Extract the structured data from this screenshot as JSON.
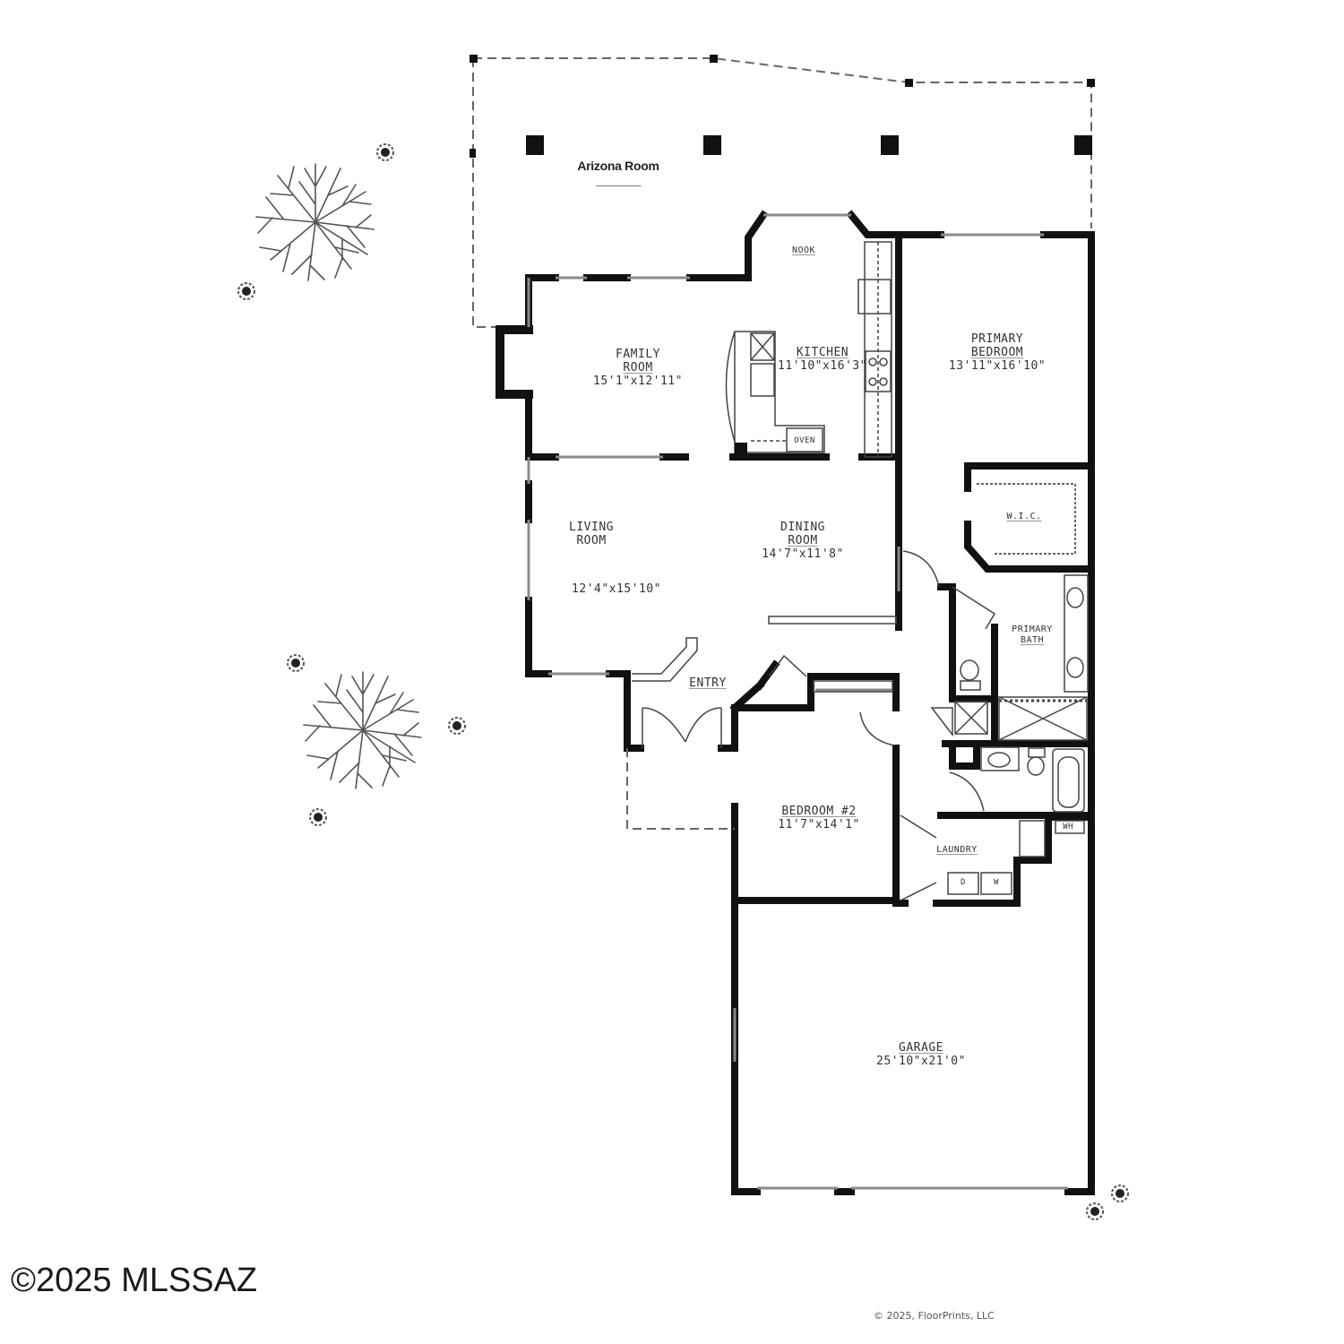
{
  "plan": {
    "rooms": [
      {
        "id": "arizona-room",
        "name": "Arizona Room",
        "dimensions": ""
      },
      {
        "id": "nook",
        "name": "NOOK",
        "dimensions": ""
      },
      {
        "id": "family-room",
        "name_line1": "FAMILY",
        "name_line2": "ROOM",
        "dimensions": "15'1\"x12'11\""
      },
      {
        "id": "kitchen",
        "name": "KITCHEN",
        "dimensions": "11'10\"x16'3\""
      },
      {
        "id": "oven",
        "name": "OVEN"
      },
      {
        "id": "primary-bedroom",
        "name_line1": "PRIMARY",
        "name_line2": "BEDROOM",
        "dimensions": "13'11\"x16'10\""
      },
      {
        "id": "wic",
        "name": "W.I.C."
      },
      {
        "id": "living-room",
        "name_line1": "LIVING",
        "name_line2": "ROOM",
        "dimensions": "12'4\"x15'10\""
      },
      {
        "id": "dining-room",
        "name_line1": "DINING",
        "name_line2": "ROOM",
        "dimensions": "14'7\"x11'8\""
      },
      {
        "id": "primary-bath",
        "name_line1": "PRIMARY",
        "name_line2": "BATH"
      },
      {
        "id": "entry",
        "name": "ENTRY"
      },
      {
        "id": "bedroom-2",
        "name": "BEDROOM #2",
        "dimensions": "11'7\"x14'1\""
      },
      {
        "id": "laundry",
        "name": "LAUNDRY"
      },
      {
        "id": "water-heater",
        "name": "WH"
      },
      {
        "id": "garage",
        "name": "GARAGE",
        "dimensions": "25'10\"x21'0\""
      }
    ],
    "appliances": {
      "dryer": "D",
      "washer": "W"
    }
  },
  "footer": {
    "copyright": "©2025 MLSSAZ",
    "credit": "© 2025, FloorPrints, LLC"
  },
  "colors": {
    "wall": "#111111",
    "window": "#9a9a9a",
    "text": "#333333",
    "background": "#ffffff"
  }
}
